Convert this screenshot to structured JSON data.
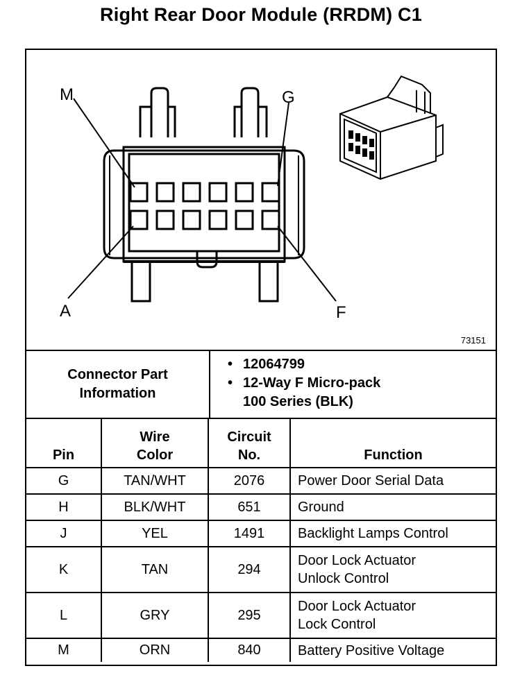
{
  "title": "Right Rear Door Module (RRDM) C1",
  "figure_number": "73151",
  "pin_callouts": [
    "M",
    "G",
    "A",
    "F"
  ],
  "connector_info": {
    "label": "Connector Part Information",
    "items": [
      "12064799",
      "12-Way F Micro-pack",
      "100 Series (BLK)"
    ]
  },
  "table": {
    "headers": [
      "Pin",
      "Wire Color",
      "Circuit No.",
      "Function"
    ],
    "rows": [
      {
        "pin": "G",
        "color": "TAN/WHT",
        "circuit": "2076",
        "function": "Power Door Serial Data"
      },
      {
        "pin": "H",
        "color": "BLK/WHT",
        "circuit": "651",
        "function": "Ground"
      },
      {
        "pin": "J",
        "color": "YEL",
        "circuit": "1491",
        "function": "Backlight Lamps Control"
      },
      {
        "pin": "K",
        "color": "TAN",
        "circuit": "294",
        "function_l1": "Door Lock Actuator",
        "function_l2": "Unlock Control"
      },
      {
        "pin": "L",
        "color": "GRY",
        "circuit": "295",
        "function_l1": "Door Lock Actuator",
        "function_l2": "Lock Control"
      },
      {
        "pin": "M",
        "color": "ORN",
        "circuit": "840",
        "function": "Battery Positive Voltage"
      }
    ]
  }
}
